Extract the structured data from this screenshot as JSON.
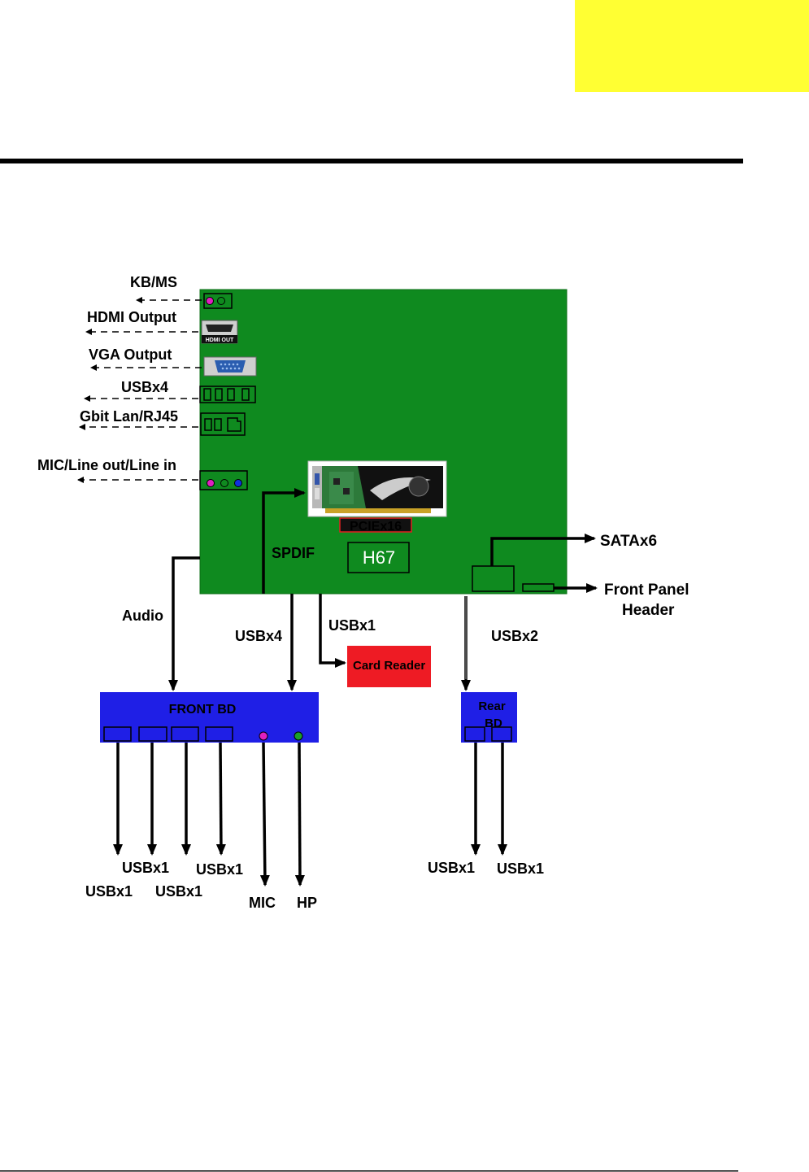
{
  "colors": {
    "tab": "#ffff33",
    "board": "#0f8a1f",
    "board_border": "#0b6e16",
    "blue_board": "#1f1fe6",
    "card_reader": "#ee1b24",
    "port_dark": "#1f1f1f",
    "port_silver": "#cfcfcf",
    "vga_blue": "#2a5db0",
    "gpu_black": "#111111",
    "pcb_green": "#2d7a3a",
    "magenta": "#e020c0",
    "green_jack": "#1aa02a",
    "blue_jack": "#1030e0"
  },
  "icons": {
    "kbms": "ps2-port-icon",
    "hdmi": "hdmi-port-icon",
    "vga": "vga-port-icon",
    "usb": "usb-port-icon",
    "lan": "rj45-port-icon",
    "audio": "audio-jack-icon",
    "gpu": "graphics-card-icon"
  },
  "labels": {
    "kbms": "KB/MS",
    "hdmi_output": "HDMI Output",
    "hdmi_port_text": "HDMI OUT",
    "vga_output": "VGA Output",
    "usbx4_rear": "USBx4",
    "gbit_lan": "Gbit Lan/RJ45",
    "mic_line": "MIC/Line out/Line in",
    "pciex16": "PCIEx16",
    "spdif": "SPDIF",
    "chipset": "H67",
    "sata": "SATAx6",
    "front_panel_1": "Front Panel",
    "front_panel_2": "Header",
    "audio": "Audio",
    "usbx4_front": "USBx4",
    "usbx1_card": "USBx1",
    "card_reader": "Card Reader",
    "usbx2": "USBx2",
    "front_bd": "FRONT BD",
    "rear_bd_1": "Rear",
    "rear_bd_2": "BD",
    "f_usb_a": "USBx1",
    "f_usb_b": "USBx1",
    "f_usb_c": "USBx1",
    "f_usb_d": "USBx1",
    "mic": "MIC",
    "hp": "HP",
    "r_usb_a": "USBx1",
    "r_usb_b": "USBx1"
  }
}
